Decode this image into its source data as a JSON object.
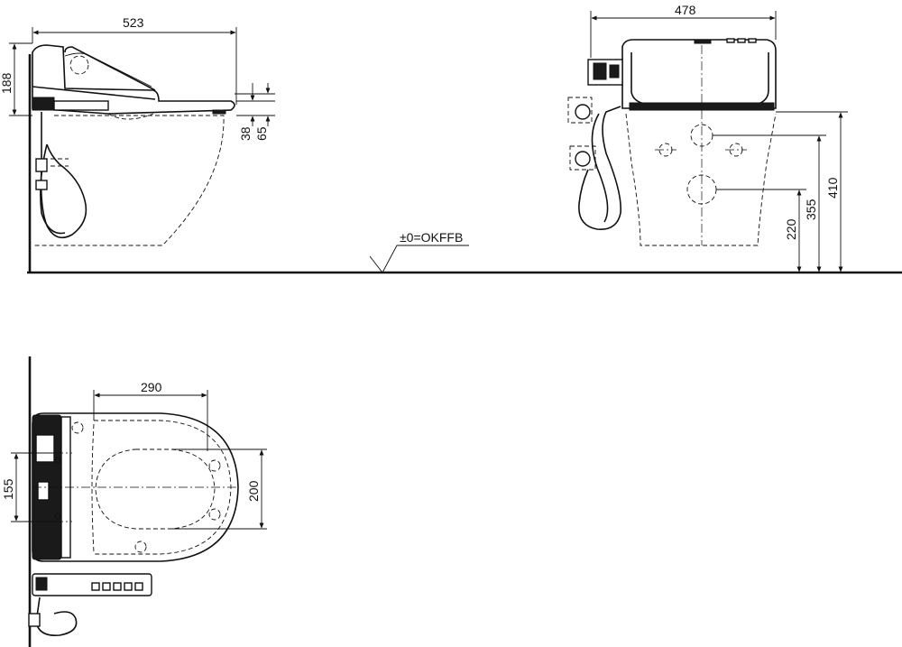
{
  "side_view": {
    "dim_length": "523",
    "dim_seat_height": "188",
    "dim_lid_gap": "38",
    "dim_clearance": "65"
  },
  "front_view": {
    "dim_width": "478",
    "dim_inlet_height": "220",
    "dim_fixing_height": "355",
    "dim_total_height": "410"
  },
  "floor": {
    "reference_label": "±0=OKFFB"
  },
  "top_view": {
    "dim_depth": "290",
    "dim_bolt_spacing": "155",
    "dim_seat_width": "200"
  }
}
